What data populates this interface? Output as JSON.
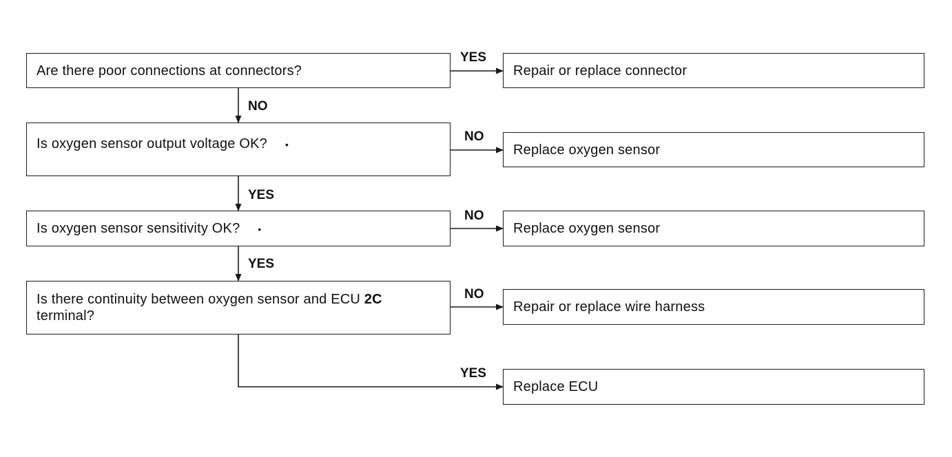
{
  "questions": {
    "q1": {
      "text": "Are there poor connections at connectors?"
    },
    "q2": {
      "text": "Is oxygen sensor output voltage OK?",
      "mark": "•"
    },
    "q3": {
      "text": "Is oxygen sensor sensitivity OK?",
      "mark": "•"
    },
    "q4": {
      "text_before": "Is there continuity between oxygen sensor and ECU ",
      "text_bold": "2C",
      "text_after": "terminal?"
    }
  },
  "actions": {
    "a1": "Repair or replace connector",
    "a2": "Replace oxygen sensor",
    "a3": "Replace oxygen sensor",
    "a4": "Repair or replace wire harness",
    "a5": "Replace ECU"
  },
  "labels": {
    "q1_right": "YES",
    "q1_down": "NO",
    "q2_right": "NO",
    "q2_down": "YES",
    "q3_right": "NO",
    "q3_down": "YES",
    "q4_right": "NO",
    "q4_down": "YES"
  }
}
